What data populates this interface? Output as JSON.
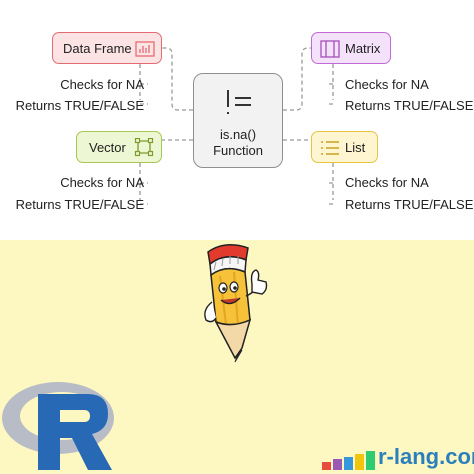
{
  "center": {
    "line1": "is.na()",
    "line2": "Function",
    "icon": "is-na-icon"
  },
  "nodes": {
    "data_frame": {
      "label": "Data Frame",
      "icon": "bar-chart-icon",
      "items": [
        "Checks for NA",
        "Returns TRUE/FALSE"
      ],
      "color": "#e56b72"
    },
    "matrix": {
      "label": "Matrix",
      "icon": "matrix-icon",
      "items": [
        "Checks for NA",
        "Returns TRUE/FALSE"
      ],
      "color": "#c06bd4"
    },
    "vector": {
      "label": "Vector",
      "icon": "vector-icon",
      "items": [
        "Checks for NA",
        "Returns TRUE/FALSE"
      ],
      "color": "#a7c752"
    },
    "list": {
      "label": "List",
      "icon": "list-icon",
      "items": [
        "Checks for NA",
        "Returns TRUE/FALSE"
      ],
      "color": "#e6c445"
    }
  },
  "branding": {
    "site": "r-lang.com",
    "mascot": "pencil-mascot",
    "logo": "r-logo",
    "site_color": "#2c7fbd"
  }
}
